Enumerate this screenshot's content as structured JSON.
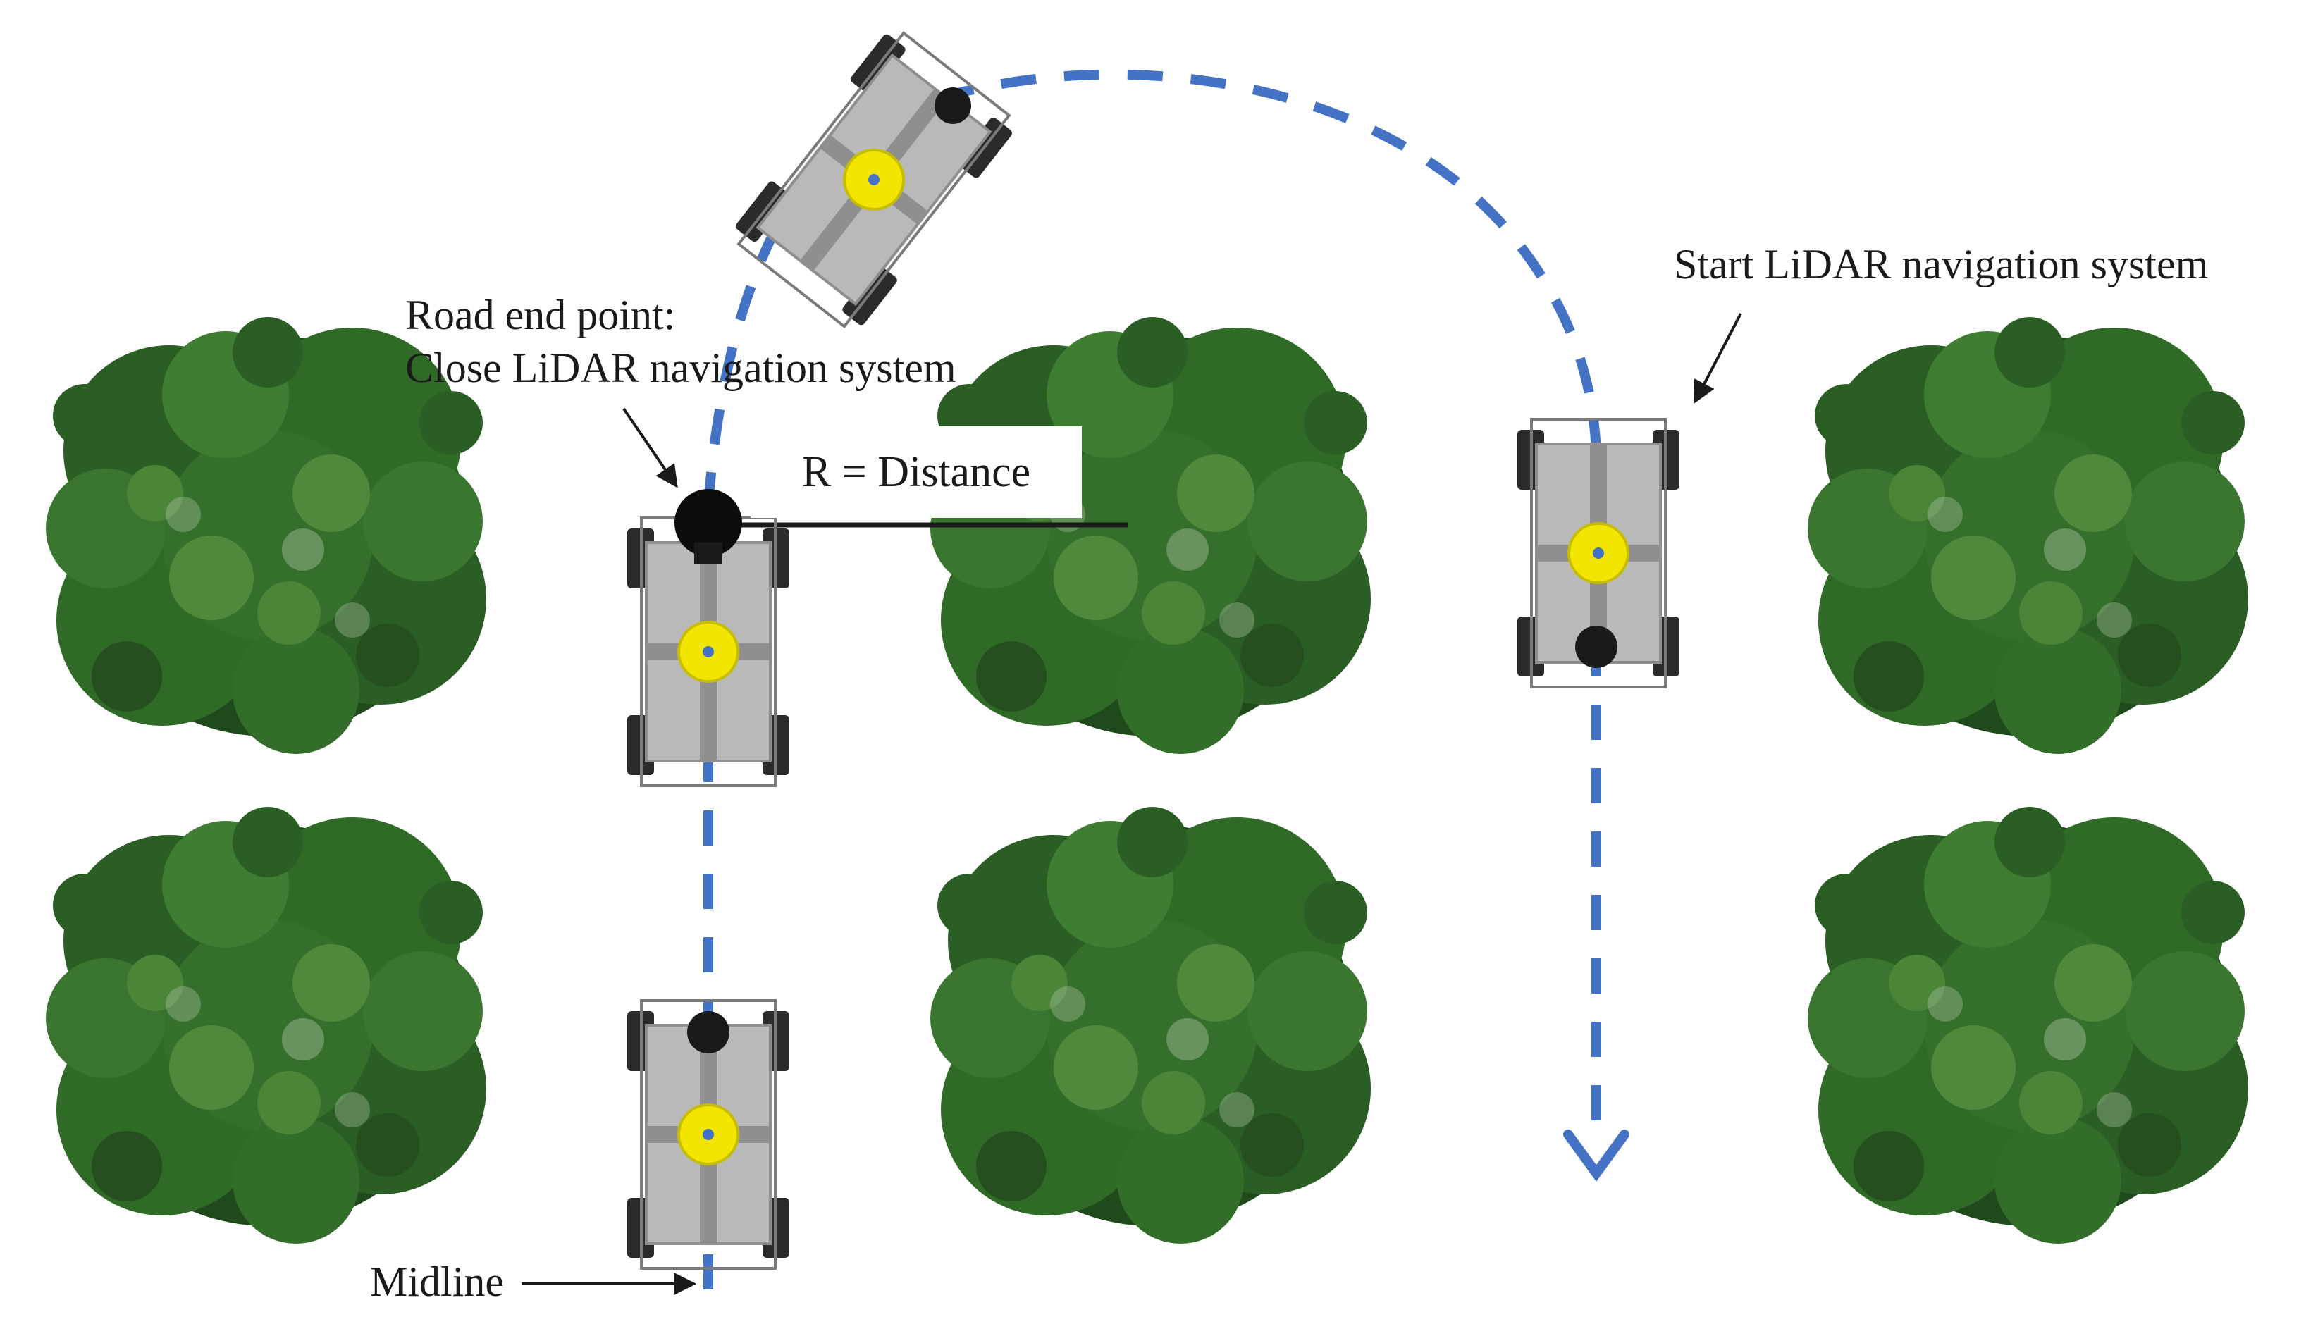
{
  "labels": {
    "road_end_line1": "Road end point:",
    "road_end_line2": "Close LiDAR navigation system",
    "start_lidar": "Start LiDAR navigation system",
    "r_distance": "R = Distance",
    "midline": "Midline"
  },
  "colors": {
    "path": "#4472c4",
    "tree_dark": "#1f4a1c",
    "tree_mid": "#2f6a27",
    "tree_light": "#4f8a3c",
    "robot_body": "#b9b9b9",
    "robot_wheel": "#2b2b2b",
    "robot_center": "#f2e600",
    "text": "#1a1a1a"
  },
  "icons": {
    "tree": "tree-canopy-icon",
    "robot": "robot-top-view-icon",
    "lidar": "lidar-sensor-icon",
    "arrow": "arrow-icon"
  }
}
